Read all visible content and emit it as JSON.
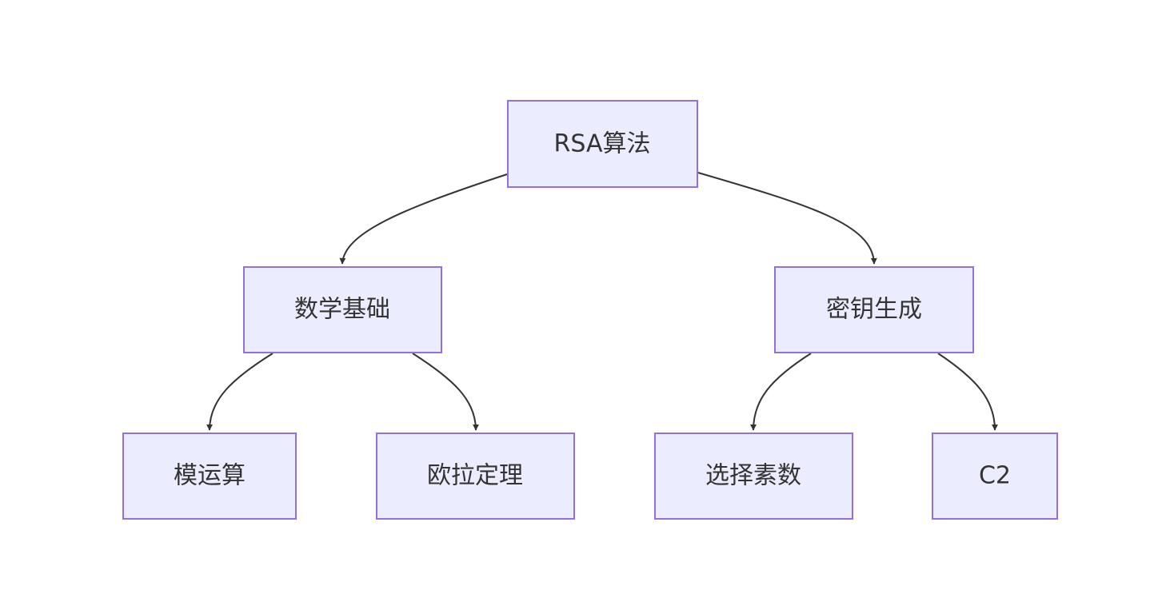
{
  "nodes": {
    "root": "RSA算法",
    "math": "数学基础",
    "keygen": "密钥生成",
    "mod": "模运算",
    "euler": "欧拉定理",
    "primes": "选择素数",
    "c2": "C2"
  },
  "edges": [
    {
      "from": "root",
      "to": "math"
    },
    {
      "from": "root",
      "to": "keygen"
    },
    {
      "from": "math",
      "to": "mod"
    },
    {
      "from": "math",
      "to": "euler"
    },
    {
      "from": "keygen",
      "to": "primes"
    },
    {
      "from": "keygen",
      "to": "c2"
    }
  ],
  "colors": {
    "node_fill": "#ececff",
    "node_stroke": "#9370db",
    "edge": "#333333",
    "text": "#333333"
  }
}
